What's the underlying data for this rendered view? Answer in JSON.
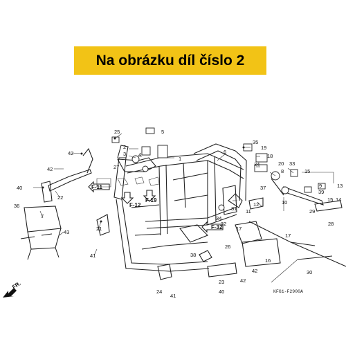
{
  "banner": {
    "text": "Na obrázku díl číslo 2",
    "background": "#f2c316"
  },
  "diagram": {
    "code": "KFG1-F2900A",
    "direction_label": "FR.",
    "ref_labels": [
      "F-11",
      "F-12",
      "F-19",
      "F-32"
    ],
    "part_numbers": [
      "1",
      "2",
      "3",
      "4",
      "5",
      "6",
      "7",
      "8",
      "9",
      "10",
      "11",
      "12",
      "13",
      "14",
      "15",
      "16",
      "17",
      "18",
      "19",
      "20",
      "21",
      "22",
      "23",
      "24",
      "25",
      "26",
      "27",
      "28",
      "29",
      "30",
      "31",
      "32",
      "33",
      "34",
      "35",
      "36",
      "37",
      "38",
      "39",
      "40",
      "41",
      "42",
      "43"
    ]
  }
}
